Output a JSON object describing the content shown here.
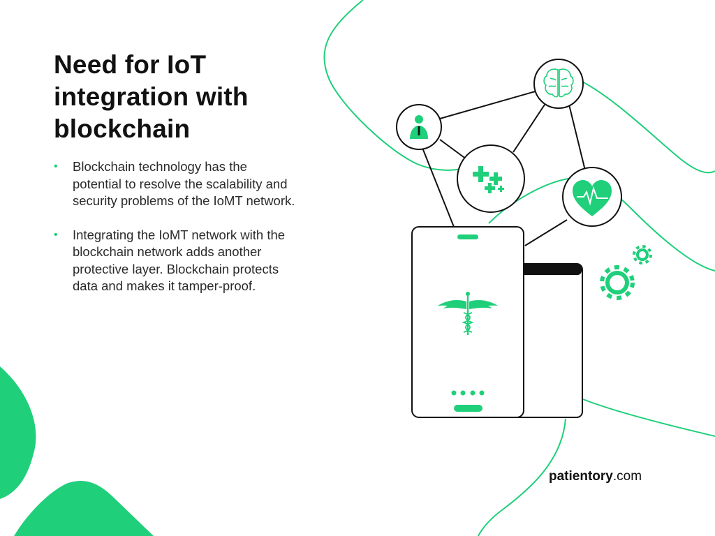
{
  "slide": {
    "title": "Need for IoT integration with blockchain",
    "bullets": [
      "Blockchain technology has the potential to resolve the scalability and security problems of the IoMT network.",
      "Integrating the IoMT network with the blockchain network adds another protective layer. Blockchain protects data and makes it tamper-proof."
    ],
    "bullet_marker": "•",
    "brand": {
      "name": "patientory",
      "suffix": ".com"
    }
  },
  "colors": {
    "accent": "#1fcf7a",
    "outline": "#111111",
    "text": "#1a1a1a"
  },
  "icons": [
    "doctor-icon",
    "brain-icon",
    "medical-crosses-icon",
    "heart-pulse-icon",
    "caduceus-icon",
    "gear-icon"
  ]
}
